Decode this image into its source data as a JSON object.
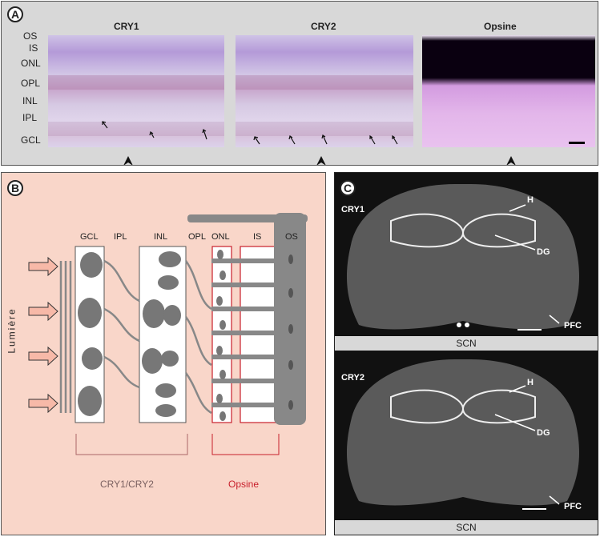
{
  "panelA": {
    "badge": "A",
    "layers": [
      "OS",
      "IS",
      "ONL",
      "OPL",
      "INL",
      "IPL",
      "GCL"
    ],
    "titles": [
      "CRY1",
      "CRY2",
      "Opsine"
    ]
  },
  "panelB": {
    "badge": "B",
    "side_label": "Lumière",
    "layers": [
      "GCL",
      "IPL",
      "INL",
      "OPL",
      "ONL",
      "IS",
      "OS"
    ],
    "group_left": "CRY1/CRY2",
    "group_right": "Opsine"
  },
  "panelC": {
    "badge": "C",
    "top": {
      "title": "CRY1",
      "h": "H",
      "dg": "DG",
      "pfc": "PFC",
      "scn": "SCN"
    },
    "bottom": {
      "title": "CRY2",
      "h": "H",
      "dg": "DG",
      "pfc": "PFC",
      "scn": "SCN"
    }
  },
  "colors": {
    "tissue_stain": "#b8a3d8",
    "opsin_dark": "#0a0010",
    "panelB_bg": "#f9d6c9",
    "opsine_red": "#c8202c",
    "cell_gray": "#888888"
  }
}
